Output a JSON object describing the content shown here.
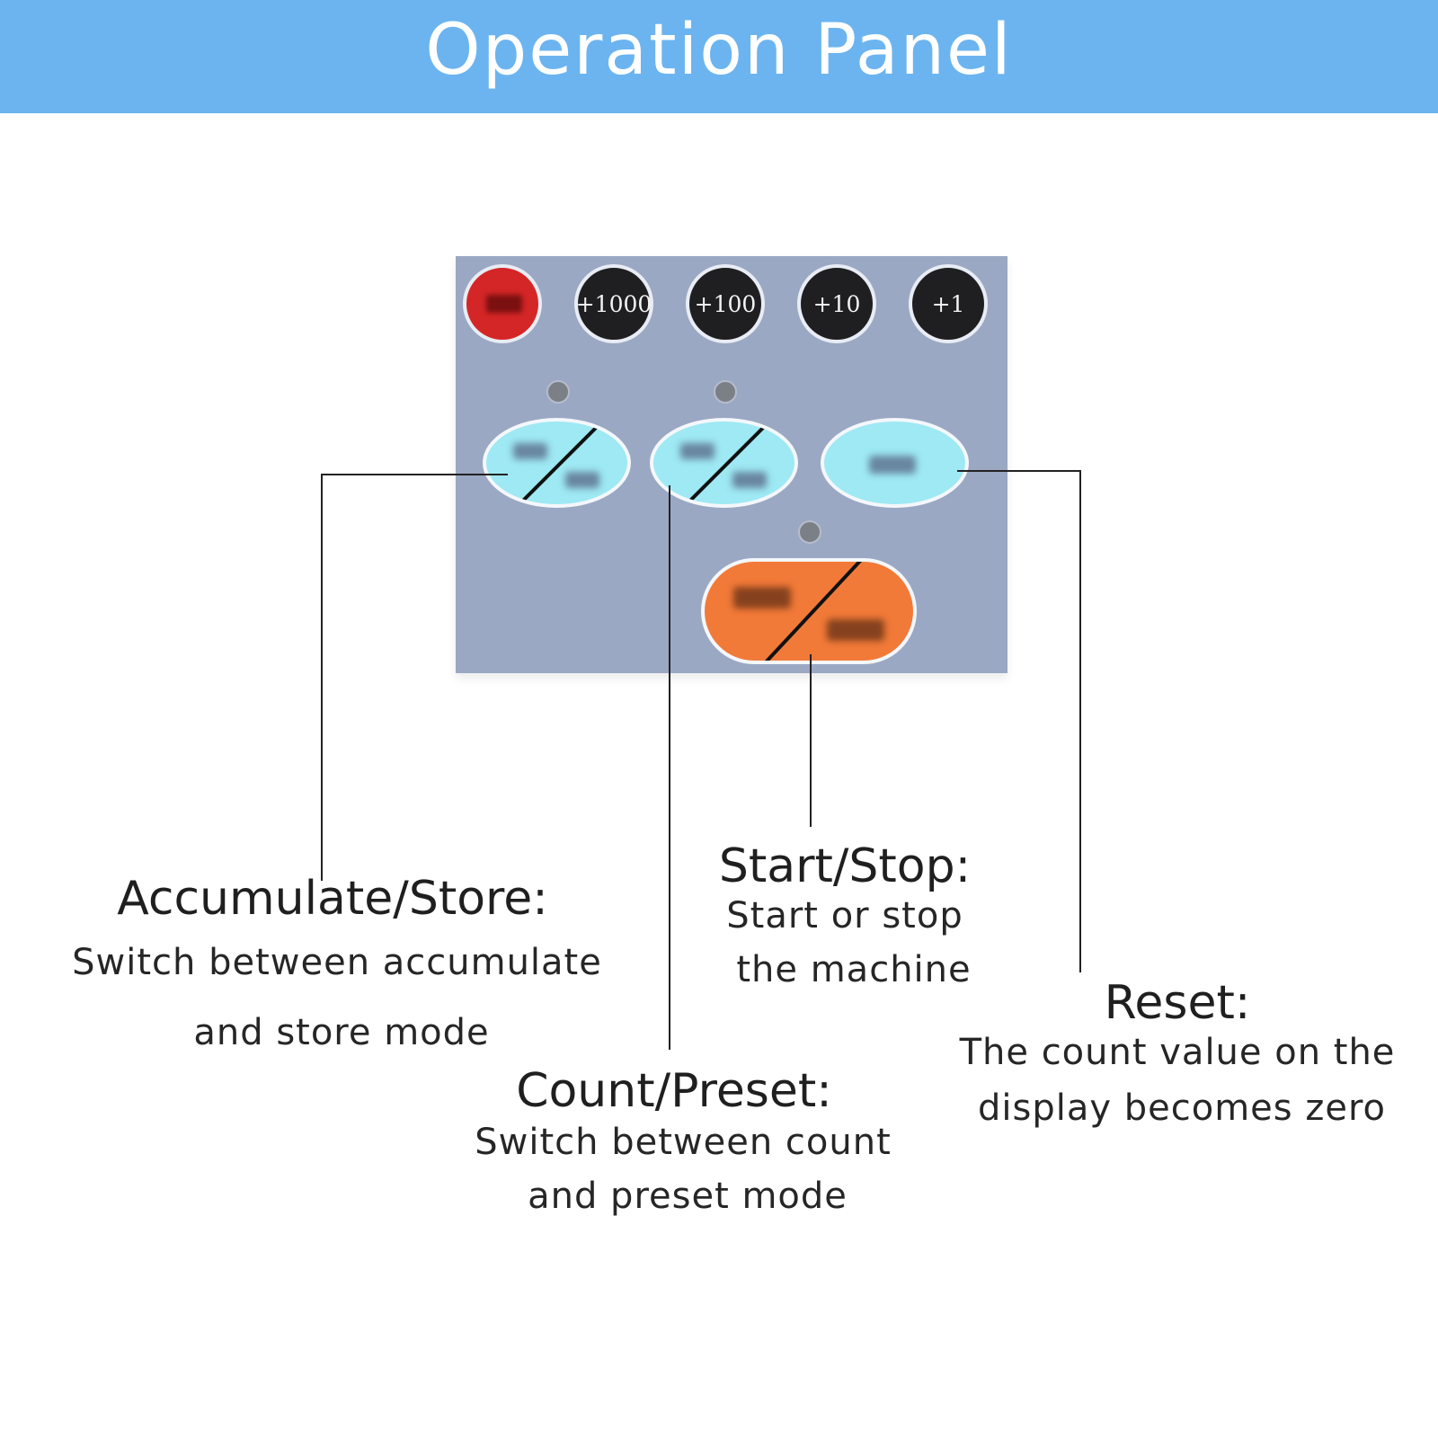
{
  "banner": {
    "title": "Operation Panel"
  },
  "panel": {
    "top_buttons": [
      {
        "label": "",
        "color": "#d42626"
      },
      {
        "label": "+1000",
        "color": "#1f1f22"
      },
      {
        "label": "+100",
        "color": "#1f1f22"
      },
      {
        "label": "+10",
        "color": "#1f1f22"
      },
      {
        "label": "+1",
        "color": "#1f1f22"
      }
    ],
    "colors": {
      "panel": "#9ba8c3",
      "cyan_button": "#9ee9f3",
      "orange_button": "#f27a38",
      "banner": "#6cb4f0"
    }
  },
  "callouts": {
    "accumulate_store": {
      "title": "Accumulate/Store:",
      "line1": "Switch between accumulate",
      "line2": "and store mode"
    },
    "count_preset": {
      "title": "Count/Preset:",
      "line1": "Switch between count",
      "line2": "and preset mode"
    },
    "start_stop": {
      "title": "Start/Stop:",
      "line1": "Start or stop",
      "line2": "the machine"
    },
    "reset": {
      "title": "Reset:",
      "line1": "The count value on the",
      "line2": "display becomes zero"
    }
  }
}
